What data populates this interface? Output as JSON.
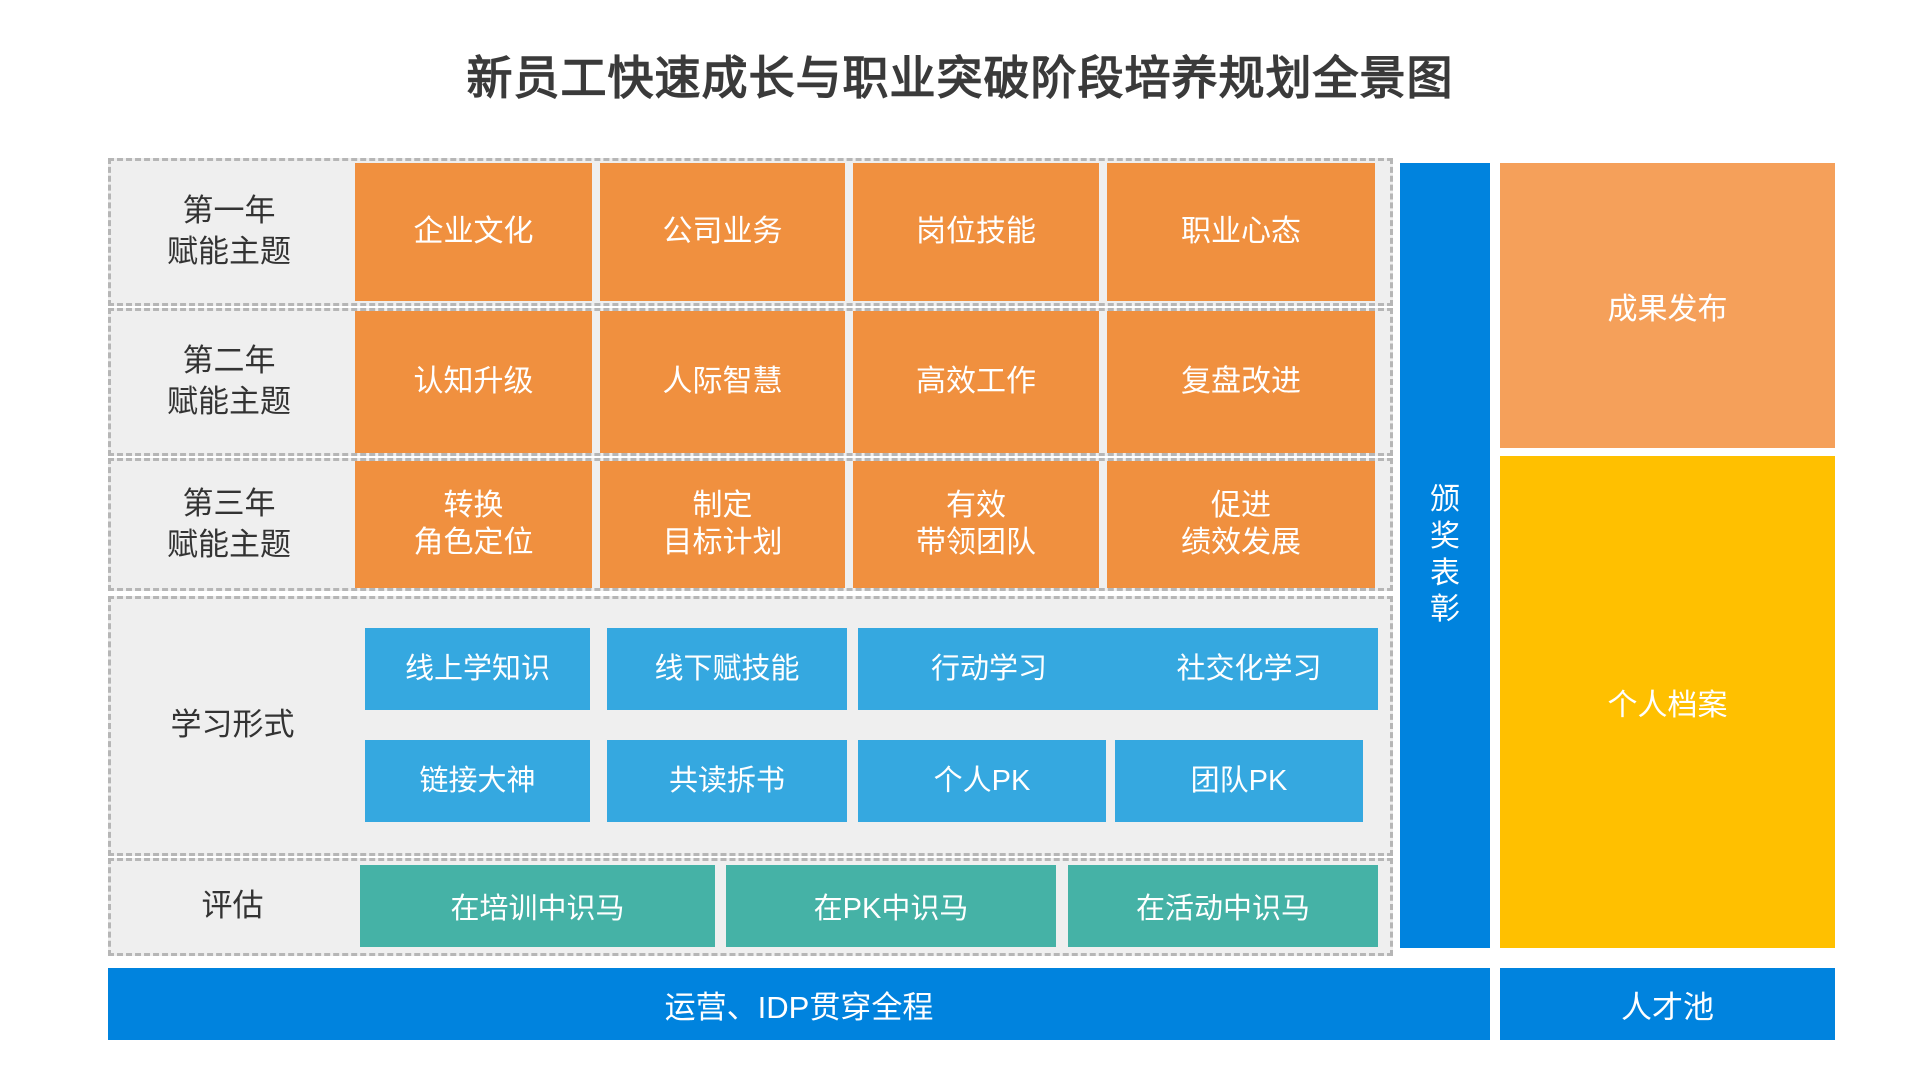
{
  "title": "新员工快速成长与职业突破阶段培养规划全景图",
  "colors": {
    "orange": "#F0903F",
    "light_orange": "#F5A05A",
    "blue": "#35A8E0",
    "solid_blue": "#0083DE",
    "teal": "#45B2A6",
    "yellow": "#FFC000",
    "panel_gray": "#EFEFEF",
    "dash_border": "#B6B6B6",
    "title_text": "#3A3A3A"
  },
  "year_rows": [
    {
      "label_line1": "第一年",
      "label_line2": "赋能主题",
      "cells": [
        {
          "line1": "企业文化",
          "line2": ""
        },
        {
          "line1": "公司业务",
          "line2": ""
        },
        {
          "line1": "岗位技能",
          "line2": ""
        },
        {
          "line1": "职业心态",
          "line2": ""
        }
      ]
    },
    {
      "label_line1": "第二年",
      "label_line2": "赋能主题",
      "cells": [
        {
          "line1": "认知升级",
          "line2": ""
        },
        {
          "line1": "人际智慧",
          "line2": ""
        },
        {
          "line1": "高效工作",
          "line2": ""
        },
        {
          "line1": "复盘改进",
          "line2": ""
        }
      ]
    },
    {
      "label_line1": "第三年",
      "label_line2": "赋能主题",
      "cells": [
        {
          "line1": "转换",
          "line2": "角色定位"
        },
        {
          "line1": "制定",
          "line2": "目标计划"
        },
        {
          "line1": "有效",
          "line2": "带领团队"
        },
        {
          "line1": "促进",
          "line2": "绩效发展"
        }
      ]
    }
  ],
  "learning": {
    "label": "学习形式",
    "row1": [
      "线上学知识",
      "线下赋技能",
      "行动学习",
      "社交化学习"
    ],
    "row2": [
      "链接大神",
      "共读拆书",
      "个人PK",
      "团队PK"
    ]
  },
  "evaluation": {
    "label": "评估",
    "items": [
      "在培训中识马",
      "在PK中识马",
      "在活动中识马"
    ]
  },
  "award_column": {
    "chars": [
      "颁",
      "奖",
      "表",
      "彰"
    ]
  },
  "right_panels": {
    "achievement": "成果发布",
    "profile": "个人档案"
  },
  "bottom": {
    "main": "运营、IDP贯穿全程",
    "pool": "人才池"
  }
}
